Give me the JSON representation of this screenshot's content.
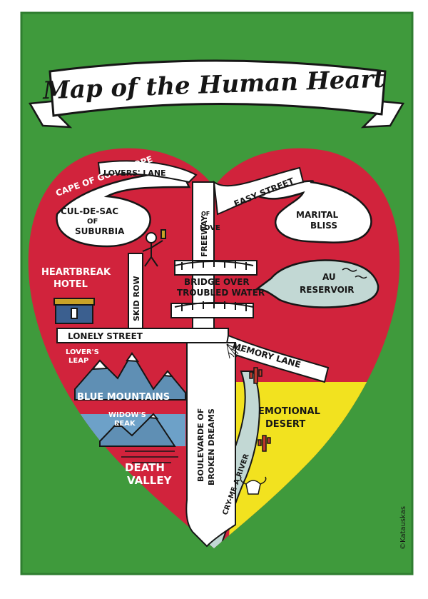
{
  "title": "Map of the Human Heart",
  "signature": "©Katauskas",
  "labels": {
    "cape_of_good_hope": "CAPE OF GOOD HOPE",
    "lovers_lane": "LOVERS' LANE",
    "culdesac_line1": "CUL-DE-SAC",
    "culdesac_line2": "OF",
    "culdesac_line3": "SUBURBIA",
    "freeway_line1": "FREEWAY",
    "freeway_line2": "OF",
    "freeway_line3": "LOVE",
    "easy_street": "EASY STREET",
    "marital_line1": "MARITAL",
    "marital_line2": "BLISS",
    "heartbreak_line1": "HEARTBREAK",
    "heartbreak_line2": "HOTEL",
    "skid_row": "SKID ROW",
    "bridge_line1": "BRIDGE OVER",
    "bridge_line2": "TROUBLED WATER",
    "reservoir_line1": "AU",
    "reservoir_line2": "RESERVOIR",
    "lonely_street": "LONELY STREET",
    "memory_lane": "MEMORY LANE",
    "lovers_leap_line1": "LOVER'S",
    "lovers_leap_line2": "LEAP",
    "blue_mountains": "BLUE MOUNTAINS",
    "widows_peak_line1": "WIDOW'S",
    "widows_peak_line2": "PEAK",
    "boulevard_line1": "BOULEVARDE OF",
    "boulevard_line2": "BROKEN DREAMS",
    "emotional_line1": "EMOTIONAL",
    "emotional_line2": "DESERT",
    "cry_me_a_river": "CRY-ME-A RIVER",
    "death_line1": "DEATH",
    "death_line2": "VALLEY"
  },
  "colors": {
    "frame_green": "#3f9a3c",
    "heart_red": "#d1233c",
    "desert_yellow": "#f2e21f",
    "water_blue": "#c2d8d4",
    "mountain_blue": "#5f8fb4",
    "ink": "#161616"
  }
}
